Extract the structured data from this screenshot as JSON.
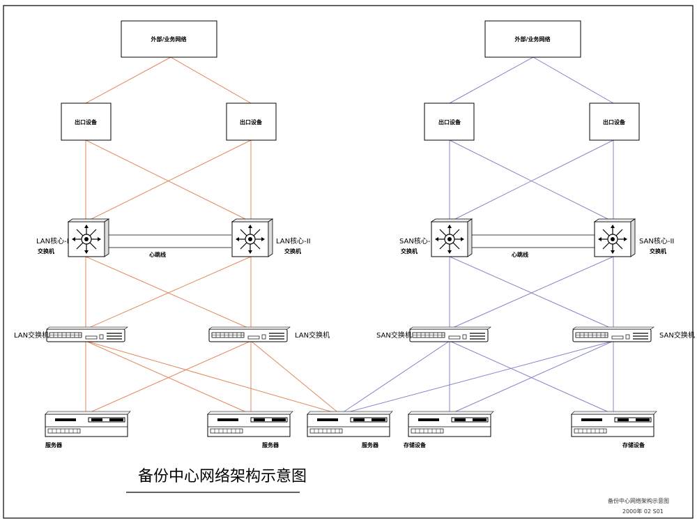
{
  "colors": {
    "lan_link": "#e3865a",
    "san_link": "#8484c8",
    "heartbeat_link": "#888888",
    "box_border": "#000000"
  },
  "labels": {
    "external_network": "外部/业务网络",
    "exit_device": "出口设备",
    "lan_core_1": "LAN核心-I",
    "lan_core_2": "LAN核心-II",
    "san_core_1": "SAN核心-I",
    "san_core_2": "SAN核心-II",
    "switch_word": "交换机",
    "heartbeat": "心跳线",
    "lan_switch": "LAN交换机",
    "san_switch": "SAN交换机",
    "server": "服务器",
    "storage": "存储设备"
  },
  "diagram": {
    "title": "备份中心网络架构示意图",
    "footer_line1": "备份中心网络架构示意图",
    "footer_line2": "2000年 02 S01"
  }
}
